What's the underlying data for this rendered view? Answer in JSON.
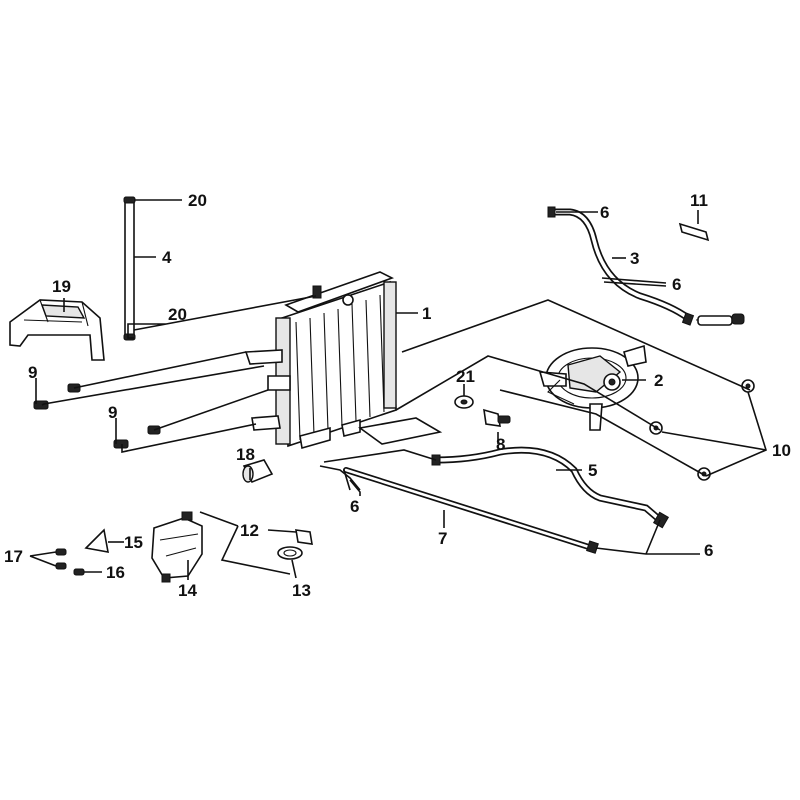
{
  "callouts": [
    {
      "id": "c1",
      "text": "1"
    },
    {
      "id": "c2",
      "text": "2"
    },
    {
      "id": "c3",
      "text": "3"
    },
    {
      "id": "c4",
      "text": "4"
    },
    {
      "id": "c5",
      "text": "5"
    },
    {
      "id": "c6a",
      "text": "6"
    },
    {
      "id": "c6b",
      "text": "6"
    },
    {
      "id": "c6c",
      "text": "6"
    },
    {
      "id": "c6d",
      "text": "6"
    },
    {
      "id": "c7",
      "text": "7"
    },
    {
      "id": "c8",
      "text": "8"
    },
    {
      "id": "c9a",
      "text": "9"
    },
    {
      "id": "c9b",
      "text": "9"
    },
    {
      "id": "c10",
      "text": "10"
    },
    {
      "id": "c11",
      "text": "11"
    },
    {
      "id": "c12",
      "text": "12"
    },
    {
      "id": "c13",
      "text": "13"
    },
    {
      "id": "c14",
      "text": "14"
    },
    {
      "id": "c15",
      "text": "15"
    },
    {
      "id": "c16",
      "text": "16"
    },
    {
      "id": "c17",
      "text": "17"
    },
    {
      "id": "c18",
      "text": "18"
    },
    {
      "id": "c19",
      "text": "19"
    },
    {
      "id": "c20a",
      "text": "20"
    },
    {
      "id": "c20b",
      "text": "20"
    },
    {
      "id": "c21",
      "text": "21"
    }
  ]
}
